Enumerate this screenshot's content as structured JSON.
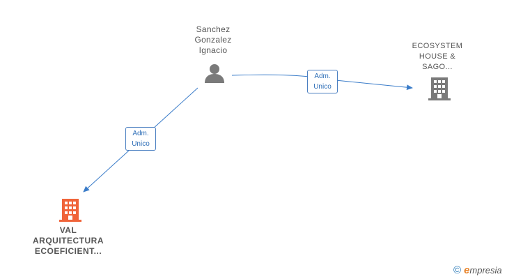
{
  "nodes": {
    "person": {
      "lines": [
        "Sanchez",
        "Gonzalez",
        "Ignacio"
      ],
      "icon": "person-icon",
      "color": "#7a7a7a"
    },
    "ecosystem": {
      "lines": [
        "ECOSYSTEM",
        "HOUSE &",
        "SAGO..."
      ],
      "icon": "building-icon",
      "color": "#7a7a7a"
    },
    "val": {
      "lines": [
        "VAL",
        "ARQUITECTURA",
        "ECOEFICIENT..."
      ],
      "icon": "building-icon",
      "color": "#f0643a"
    }
  },
  "edges": [
    {
      "from": "person",
      "to": "ecosystem",
      "label": [
        "Adm.",
        "Unico"
      ]
    },
    {
      "from": "person",
      "to": "val",
      "label": [
        "Adm.",
        "Unico"
      ]
    }
  ],
  "colors": {
    "edge": "#3a7cc9"
  },
  "brand": {
    "copyright": "©",
    "initial": "e",
    "rest": "mpresia"
  }
}
